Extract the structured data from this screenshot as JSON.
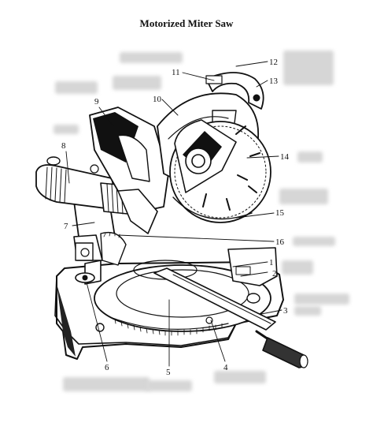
{
  "title": "Motorized Miter Saw",
  "callouts": [
    "1",
    "2",
    "3",
    "4",
    "5",
    "6",
    "7",
    "8",
    "9",
    "10",
    "11",
    "12",
    "13",
    "14",
    "15",
    "16"
  ]
}
